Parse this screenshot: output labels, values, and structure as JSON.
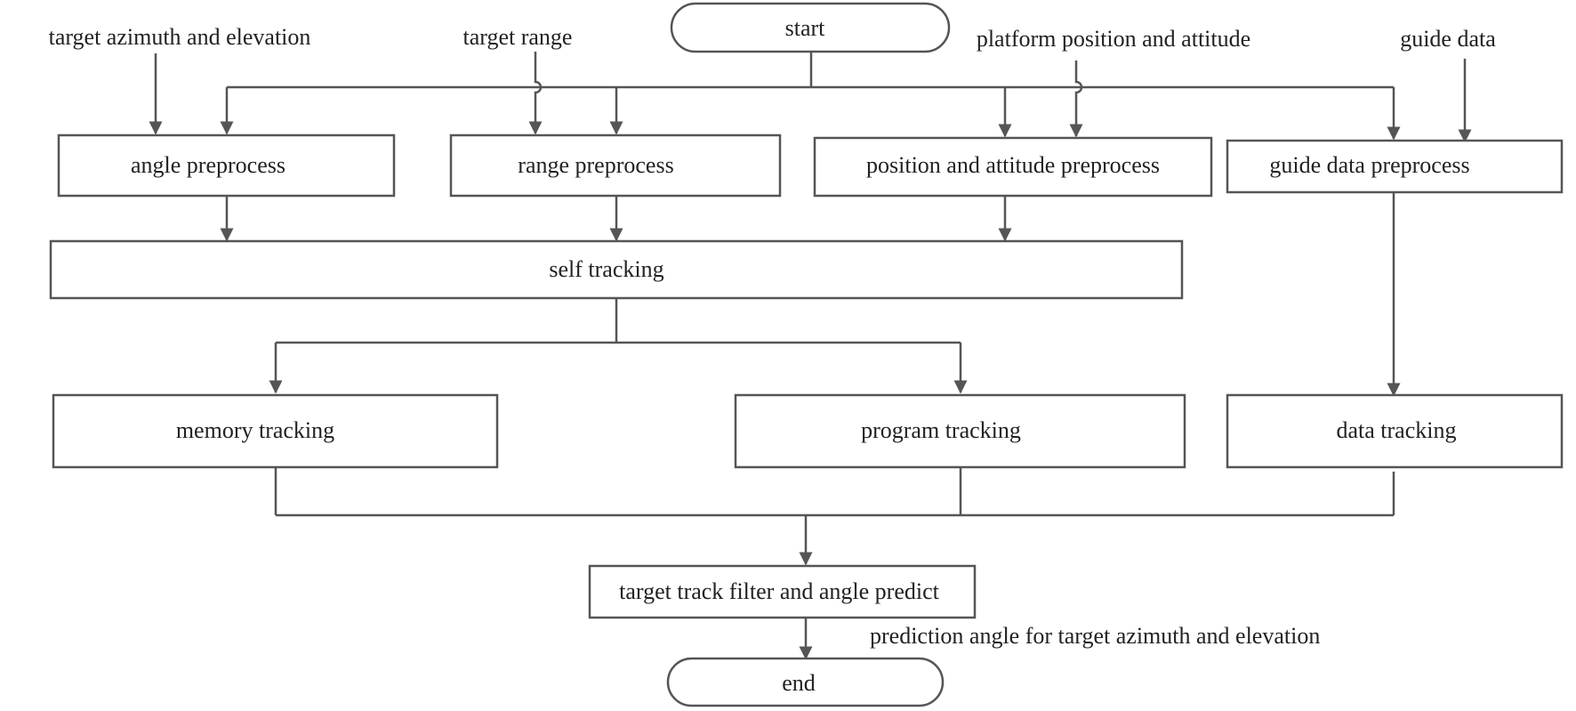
{
  "diagram": {
    "terminals": {
      "start": "start",
      "end": "end"
    },
    "inputs": {
      "angle": "target azimuth and elevation",
      "range": "target range",
      "platform": "platform position and attitude",
      "guide": "guide data"
    },
    "preprocess": {
      "angle": "angle preprocess",
      "range": "range preprocess",
      "position": "position and attitude preprocess",
      "guide": "guide data preprocess"
    },
    "tracking": {
      "self": "self tracking",
      "memory": "memory tracking",
      "program": "program tracking",
      "data": "data tracking"
    },
    "filter": "target track filter and angle predict",
    "output": "prediction angle for target azimuth and elevation",
    "colors": {
      "stroke": "#555555",
      "text": "#222222",
      "background": "#ffffff"
    }
  }
}
